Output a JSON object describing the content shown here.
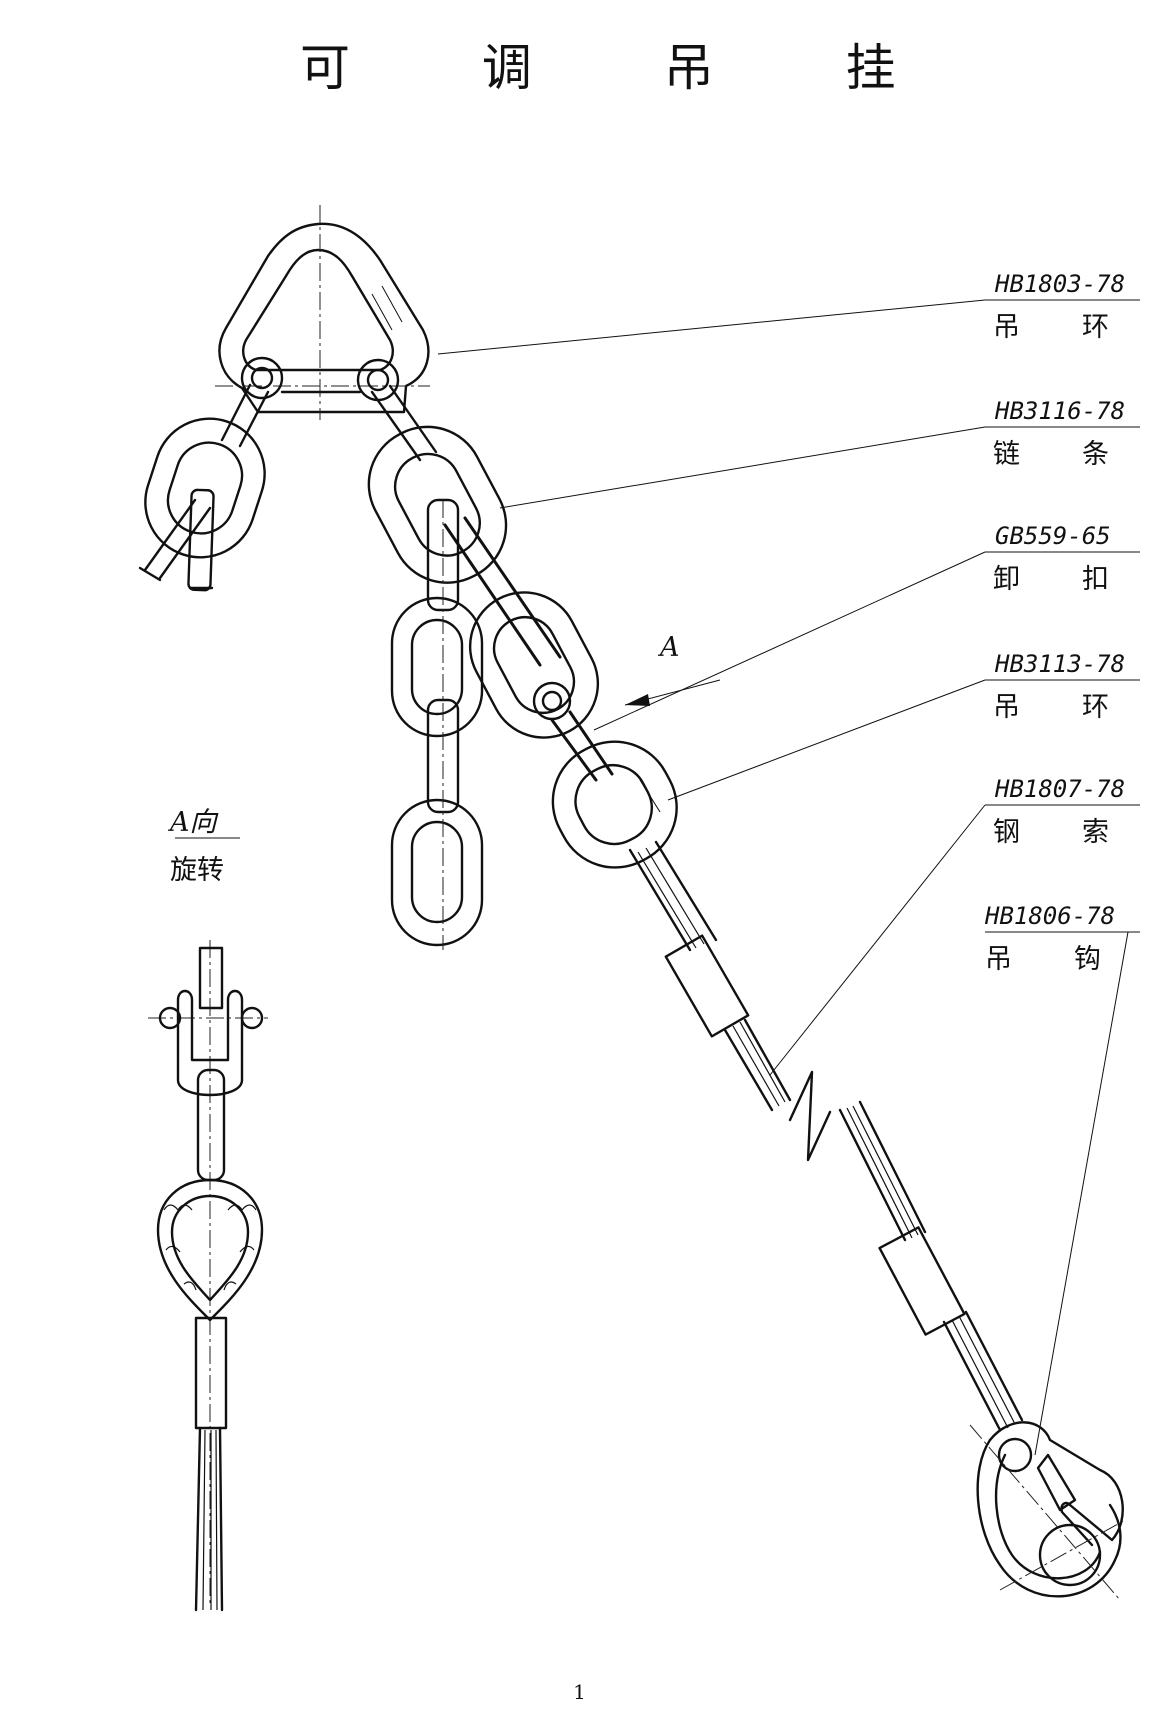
{
  "title": "可 调 吊 挂",
  "labels": [
    {
      "code": "HB1803-78",
      "name": "吊环"
    },
    {
      "code": "HB3116-78",
      "name": "链条"
    },
    {
      "code": "GB559-65",
      "name": "卸扣"
    },
    {
      "code": "HB3113-78",
      "name": "吊环"
    },
    {
      "code": "HB1807-78",
      "name": "钢索"
    },
    {
      "code": "HB1806-78",
      "name": "吊钩"
    }
  ],
  "view": {
    "arrow_letter": "A",
    "tag": "A向",
    "subtitle": "旋转"
  },
  "page_number": "1"
}
